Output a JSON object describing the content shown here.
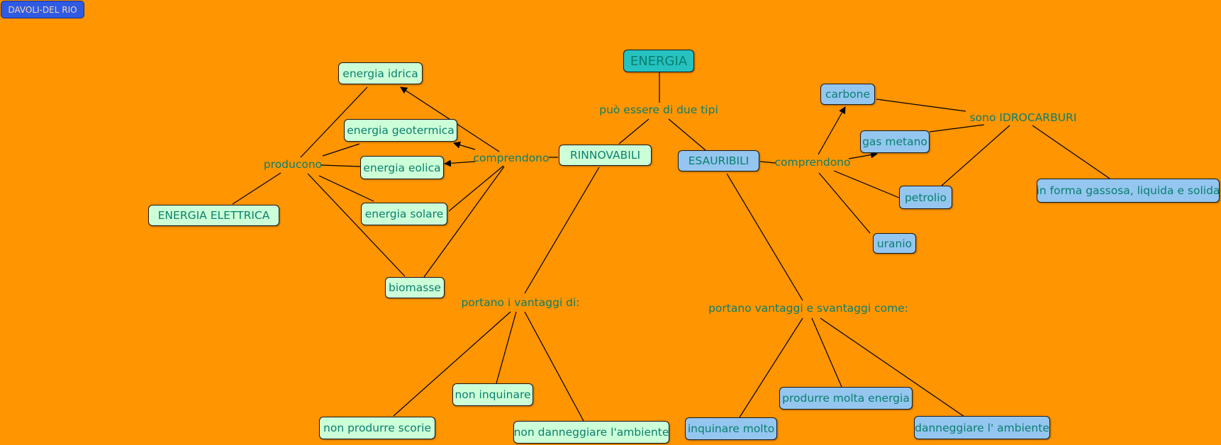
{
  "author": "DAVOLI-DEL RIO",
  "concepts": {
    "energia": "ENERGIA",
    "rinnovabili": "RINNOVABILI",
    "esauribili": "ESAURIBILI",
    "energia_idrica": "energia idrica",
    "energia_geotermica": "energia geotermica",
    "energia_eolica": "energia eolica",
    "energia_solare": "energia solare",
    "biomasse": "biomasse",
    "energia_elettrica": "ENERGIA ELETTRICA",
    "non_inquinare": "non inquinare",
    "non_produrre_scorie": "non produrre scorie",
    "non_danneggiare": "non danneggiare l'ambiente",
    "carbone": "carbone",
    "gas_metano": "gas metano",
    "petrolio": "petrolio",
    "uranio": "uranio",
    "forma_gassosa": "in forma gassosa, liquida e solida",
    "inquinare_molto": "inquinare molto",
    "produrre_energia": "produrre molta energia",
    "danneggiare_ambiente": "danneggiare l' ambiente"
  },
  "linking_phrases": {
    "due_tipi": "può essere di due tipi",
    "comprendono_rinnovabili": "comprendono",
    "producono": "producono",
    "vantaggi_rinnovabili": "portano i vantaggi di:",
    "comprendono_esauribili": "comprendono",
    "idrocarburi": "sono IDROCARBURI",
    "vantaggi_svantaggi": "portano vantaggi e svantaggi come:"
  },
  "colors": {
    "background": "#ff9500",
    "renewable_node": "#ccffd8",
    "exhaustible_node": "#94c6f0",
    "root_node": "#26c2c0",
    "text": "#0a7f6e",
    "author_badge": "#2f5be3"
  }
}
